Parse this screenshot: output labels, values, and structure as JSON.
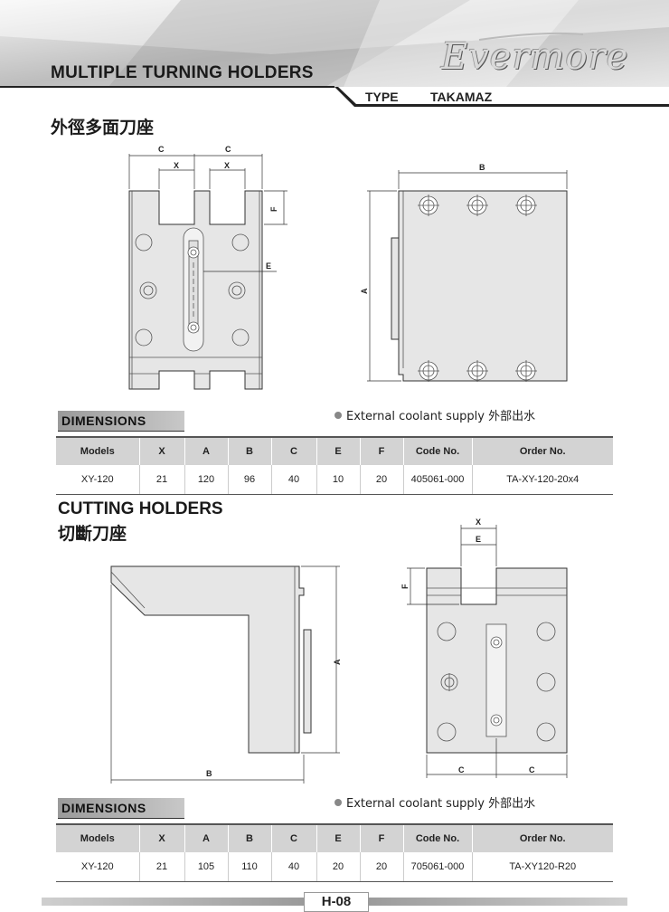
{
  "header": {
    "title": "MULTIPLE TURNING HOLDERS",
    "brand": "Evermore",
    "type_label": "TYPE",
    "type_value": "TAKAMAZ"
  },
  "section1": {
    "title_zh": "外徑多面刀座",
    "drawing_labels": {
      "c1": "C",
      "c2": "C",
      "x1": "X",
      "x2": "X",
      "f": "F",
      "e": "E",
      "b": "B",
      "a": "A"
    },
    "dimensions_label": "DIMENSIONS",
    "coolant_note": "External coolant supply 外部出水",
    "table": {
      "headers": [
        "Models",
        "X",
        "A",
        "B",
        "C",
        "E",
        "F",
        "Code No.",
        "Order No."
      ],
      "rows": [
        [
          "XY-120",
          "21",
          "120",
          "96",
          "40",
          "10",
          "20",
          "405061-000",
          "TA-XY-120-20x4"
        ]
      ]
    }
  },
  "section2": {
    "title": "CUTTING HOLDERS",
    "title_zh": "切斷刀座",
    "drawing_labels": {
      "a": "A",
      "b": "B",
      "x": "X",
      "e": "E",
      "f": "F",
      "c1": "C",
      "c2": "C"
    },
    "dimensions_label": "DIMENSIONS",
    "coolant_note": "External coolant supply 外部出水",
    "table": {
      "headers": [
        "Models",
        "X",
        "A",
        "B",
        "C",
        "E",
        "F",
        "Code No.",
        "Order No."
      ],
      "rows": [
        [
          "XY-120",
          "21",
          "105",
          "110",
          "40",
          "20",
          "20",
          "705061-000",
          "TA-XY120-R20"
        ]
      ]
    }
  },
  "footer": {
    "page": "H-08"
  },
  "colors": {
    "part_fill": "#e6e6e6",
    "table_header": "#d3d3d3",
    "rule": "#555555"
  }
}
